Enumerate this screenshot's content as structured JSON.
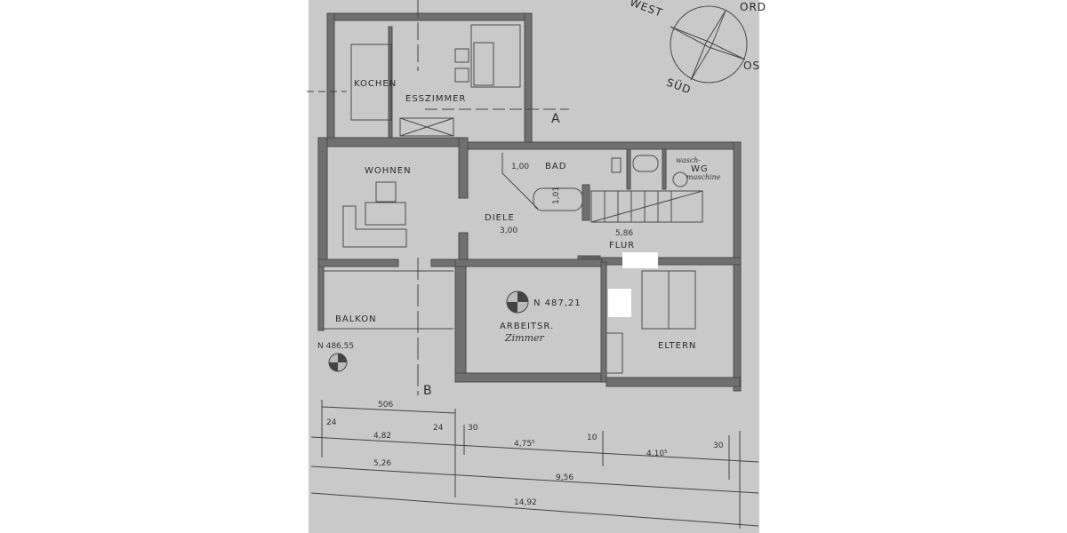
{
  "compass": {
    "west": "WEST",
    "south": "SÜD",
    "east": "OS",
    "north": "ORD"
  },
  "rooms": {
    "kochen": "KOCHEN",
    "esszimmer": "ESSZIMMER",
    "wohnen": "WOHNEN",
    "bad": "BAD",
    "bad_dim": "1,00",
    "bad_tub_dim": "1,01",
    "wc": "WG",
    "wc_note_top": "wasch-",
    "wc_note_bottom": "maschine",
    "diele": "DIELE",
    "diele_dim": "3,00",
    "flur": "FLUR",
    "flur_dim": "5,86",
    "balkon": "BALKON",
    "arbeitsr": "ARBEITSR.",
    "arbeitsr_hand": "Zimmer",
    "eltern": "ELTERN"
  },
  "levels": {
    "arbeitsr": "N 487,21",
    "outside": "N 486,55"
  },
  "section_marks": {
    "a": "A",
    "b": "B"
  },
  "dimensions": {
    "d506": "506",
    "d24a": "24",
    "d482": "4,82",
    "d24b": "24",
    "d30a": "30",
    "d4755": "4,75⁵",
    "d10": "10",
    "d4105": "4,10⁵",
    "d30b": "30",
    "d526": "5,26",
    "d956": "9,56",
    "d1492": "14,92"
  }
}
